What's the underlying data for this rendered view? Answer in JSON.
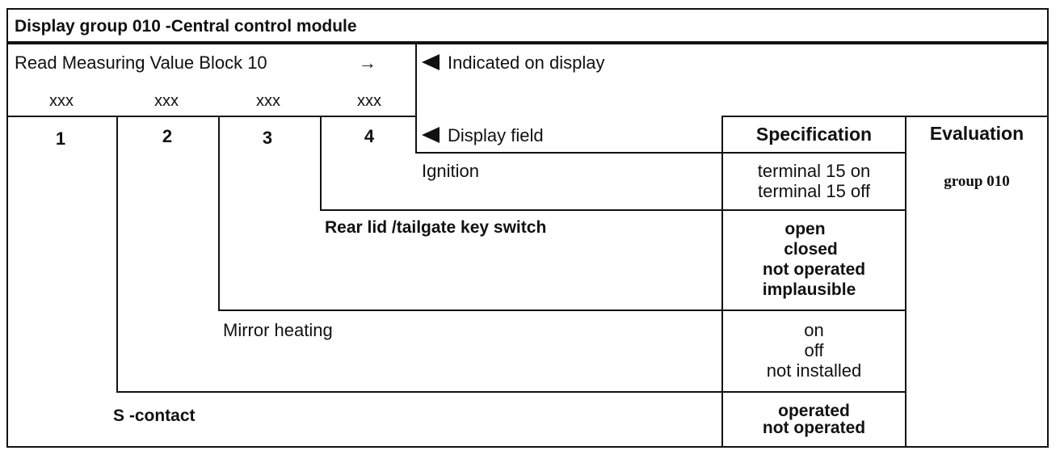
{
  "title": "Display group 010 -Central control module",
  "read_block": {
    "label": "Read Measuring Value Block 10",
    "arrow": "→",
    "xxx": [
      "xxx",
      "xxx",
      "xxx",
      "xxx"
    ]
  },
  "indicated_label": "Indicated on display",
  "display_field_label": "Display field",
  "field_numbers": [
    "1",
    "2",
    "3",
    "4"
  ],
  "headers": {
    "specification": "Specification",
    "evaluation": "Evaluation"
  },
  "rows": [
    {
      "field": "Ignition",
      "spec": [
        "terminal 15 on",
        "terminal 15 off"
      ]
    },
    {
      "field": "Rear lid /tailgate key switch",
      "spec": [
        "open",
        "closed",
        "not operated",
        "implausible"
      ]
    },
    {
      "field": "Mirror heating",
      "spec": [
        "on",
        "off",
        "not installed"
      ]
    },
    {
      "field": "S -contact",
      "spec": [
        "operated",
        "not operated"
      ]
    }
  ],
  "evaluation_value": "group 010"
}
